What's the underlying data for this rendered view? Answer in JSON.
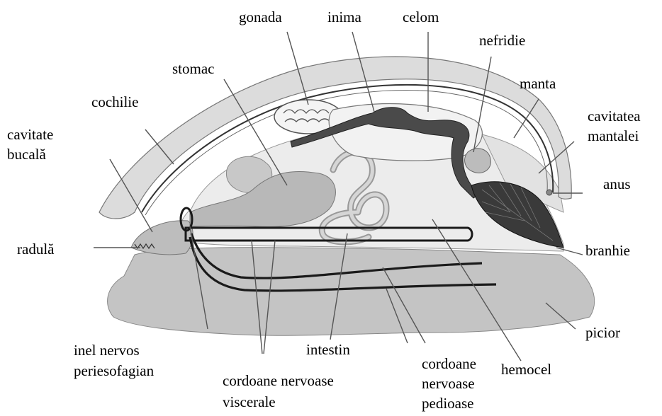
{
  "labels": {
    "gonada": "gonada",
    "inima": "inima",
    "celom": "celom",
    "nefridie": "nefridie",
    "stomac": "stomac",
    "manta": "manta",
    "cochilie": "cochilie",
    "cavitatea_mantalei_1": "cavitatea",
    "cavitatea_mantalei_2": "mantalei",
    "cavitate_bucala_1": "cavitate",
    "cavitate_bucala_2": "bucală",
    "anus": "anus",
    "radula": "radulă",
    "branhie": "branhie",
    "inel_nervos_1": "inel nervos",
    "inel_nervos_2": "periesofagian",
    "intestin": "intestin",
    "cordoane_pedioase_1": "cordoane",
    "cordoane_pedioase_2": "nervoase",
    "cordoane_pedioase_3": "pedioase",
    "hemocel": "hemocel",
    "picior": "picior",
    "cordoane_viscerale_1": "cordoane nervoase",
    "cordoane_viscerale_2": "viscerale"
  },
  "colors": {
    "shell_fill": "#dcdcdc",
    "foot_fill": "#c4c4c4",
    "body_fill": "#ececec",
    "organ_fill": "#b8b8b8",
    "heart_fill": "#4a4a4a",
    "gill_fill": "#3a3a3a",
    "nerve_stroke": "#1a1a1a"
  }
}
